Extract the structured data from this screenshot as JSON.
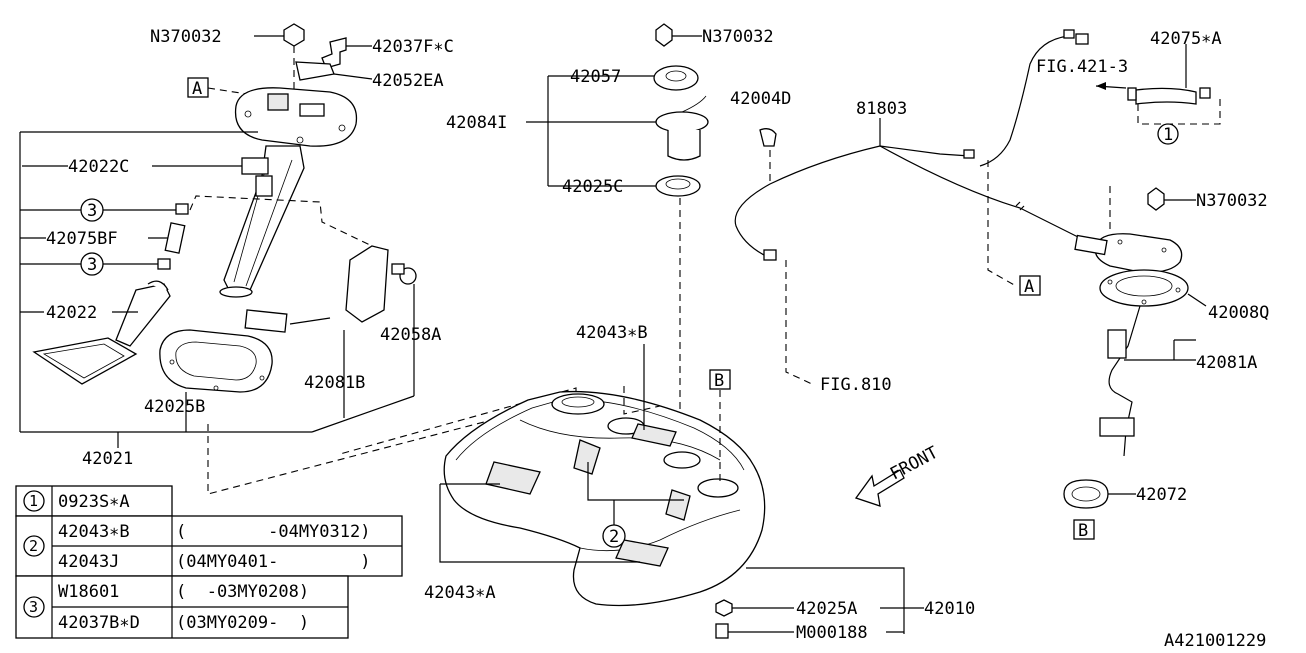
{
  "diagram": {
    "labels": {
      "n370032_a": "N370032",
      "p42037fc": "42037F∗C",
      "p42052ea": "42052EA",
      "p42022c": "42022C",
      "p42075bf": "42075BF",
      "p42022": "42022",
      "p42058a": "42058A",
      "p42081b": "42081B",
      "p42025b": "42025B",
      "p42021": "42021",
      "n370032_b": "N370032",
      "p42057": "42057",
      "p42084i": "42084I",
      "p42025c": "42025C",
      "p42004d": "42004D",
      "p81803": "81803",
      "p42075a": "42075∗A",
      "fig421": "FIG.421-3",
      "n370032_c": "N370032",
      "p42008q": "42008Q",
      "p42081a": "42081A",
      "p42072": "42072",
      "fig810": "FIG.810",
      "p42043b": "42043∗B",
      "p42043a": "42043∗A",
      "p42025a": "42025A",
      "p42010": "42010",
      "m000188": "M000188",
      "front": "FRONT",
      "ref_a1": "A",
      "ref_a2": "A",
      "ref_b1": "B",
      "ref_b2": "B",
      "circ1": "1",
      "circ2": "2",
      "circ3a": "3",
      "circ3b": "3",
      "figure_code": "A421001229"
    },
    "table": {
      "r1_num": "1",
      "r1_part": "0923S∗A",
      "r2_num": "2",
      "r2_part": "42043∗B",
      "r2_range": "(        -04MY0312)",
      "r3_part": "42043J",
      "r3_range": "(04MY0401-        )",
      "r4_num": "3",
      "r4_part": "W18601",
      "r4_range": "(  -03MY0208)",
      "r5_part": "42037B∗D",
      "r5_range": "(03MY0209-  )"
    }
  }
}
